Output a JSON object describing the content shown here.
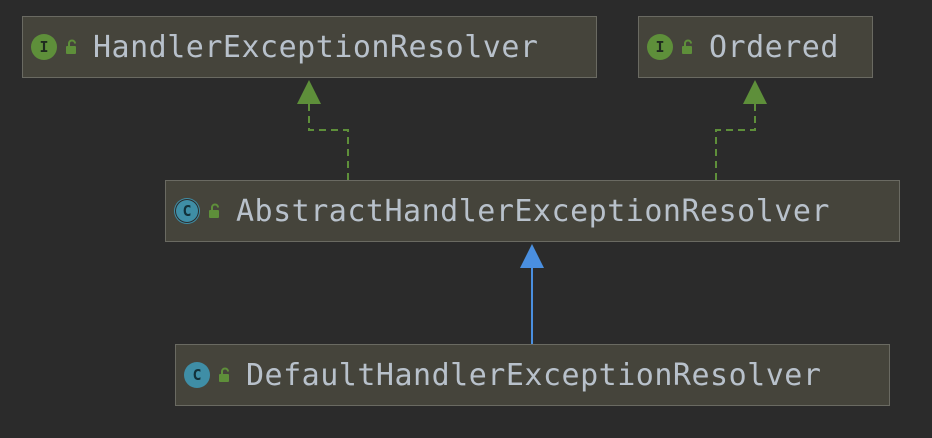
{
  "nodes": {
    "handler_exception_resolver": {
      "name": "HandlerExceptionResolver",
      "kind_letter": "I",
      "kind_icon": "interface-icon",
      "access_icon": "public-lock-icon"
    },
    "ordered": {
      "name": "Ordered",
      "kind_letter": "I",
      "kind_icon": "interface-icon",
      "access_icon": "public-lock-icon"
    },
    "abstract_handler_exception_resolver": {
      "name": "AbstractHandlerExceptionResolver",
      "kind_letter": "C",
      "kind_icon": "abstract-class-icon",
      "access_icon": "public-lock-icon"
    },
    "default_handler_exception_resolver": {
      "name": "DefaultHandlerExceptionResolver",
      "kind_letter": "C",
      "kind_icon": "class-icon",
      "access_icon": "public-lock-icon"
    }
  },
  "edges": [
    {
      "from": "abstract_handler_exception_resolver",
      "to": "handler_exception_resolver",
      "relation": "implements",
      "style": "dashed",
      "color": "#5e8f3a"
    },
    {
      "from": "abstract_handler_exception_resolver",
      "to": "ordered",
      "relation": "implements",
      "style": "dashed",
      "color": "#5e8f3a"
    },
    {
      "from": "default_handler_exception_resolver",
      "to": "abstract_handler_exception_resolver",
      "relation": "extends",
      "style": "solid",
      "color": "#4a8fe0"
    }
  ],
  "colors": {
    "background": "#2b2b2b",
    "node_fill": "#45443b",
    "node_border": "#6a6a62",
    "text": "#b8c1cb",
    "interface": "#5e8f3a",
    "class": "#3f8ea6",
    "implements_arrow": "#5e8f3a",
    "extends_arrow": "#4a8fe0"
  }
}
